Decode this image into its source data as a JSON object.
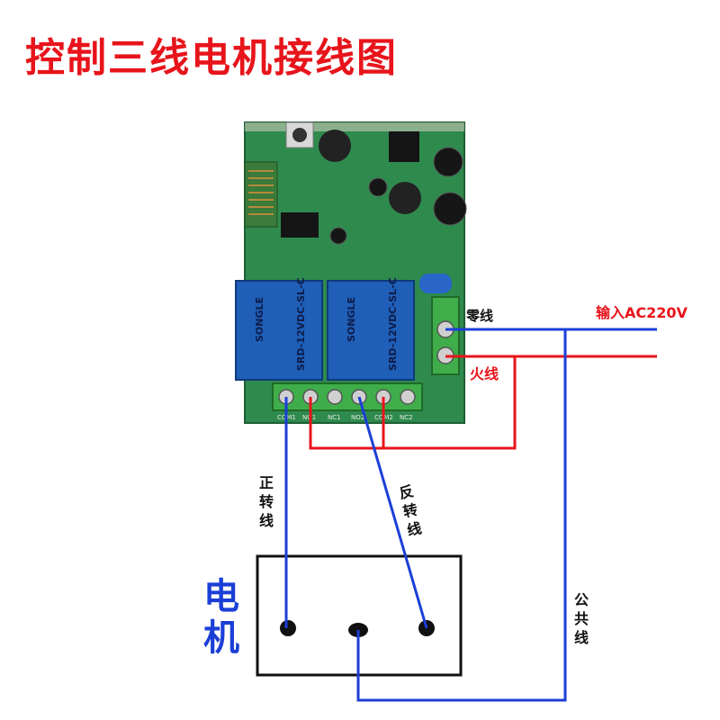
{
  "title": "控制三线电机接线图",
  "labels": {
    "neutral": "零线",
    "input": "输入AC220V",
    "live": "火线",
    "forward": "正\n转\n线",
    "reverse": "反\n转\n线",
    "common": "公\n共\n线",
    "motor": "电\n机"
  },
  "board": {
    "relay_brand": "SONGLE",
    "relay_model": "SRD-12VDC-SL-C",
    "terminal_labels": [
      "COM1",
      "NO1",
      "NC1",
      "NO2",
      "COM2",
      "NC2"
    ]
  },
  "colors": {
    "title": "#e8141b",
    "red_wire": "#e8141b",
    "blue_wire": "#1b3fd6",
    "motor_label": "#1b3fd6",
    "pcb": "#2f8a4e",
    "relay": "#1f5fb8",
    "terminal": "#3fae4a"
  }
}
